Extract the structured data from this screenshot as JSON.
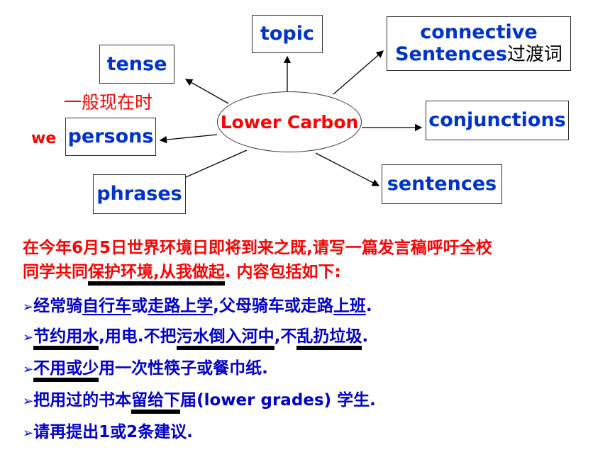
{
  "center": "Lower Carbon",
  "nodes": {
    "topic": "topic",
    "connective": "connective",
    "connective_line2": "Sentences",
    "connective_suffix": "过渡词",
    "tense": "tense",
    "conjunctions": "conjunctions",
    "persons": "persons",
    "sentences": "sentences",
    "phrases": "phrases"
  },
  "notes": {
    "tense_note": "一般现在时",
    "persons_note": "we"
  },
  "task": {
    "p1_a": "在今年",
    "p1_b": "6",
    "p1_c": "月",
    "p1_d": "5",
    "p1_e": "日世界环境日即将到来之既,请写一篇发言稿呼吁全校",
    "p2_a": "同学共同",
    "p2_b": "保护环境,从我做起",
    "p2_c": ". 内容包括如下:"
  },
  "bullets": {
    "marker": "➢",
    "b1_a": "经常骑",
    "b1_b": "自行车",
    "b1_c": "或",
    "b1_d": "走路上学",
    "b1_e": ",父母骑车或走路",
    "b1_f": "上班",
    "b1_g": ".",
    "b2_a": "节约用水",
    "b2_b": ",用电.不把",
    "b2_c": "污水倒入河中",
    "b2_d": ",不",
    "b2_e": "乱扔垃圾",
    "b2_f": ".",
    "b3_a": "不用或少",
    "b3_b": "用一次性筷子或餐巾纸.",
    "b4_a": "把用过的书本",
    "b4_b": "留给下",
    "b4_c": "届(lower grades) 学生.",
    "b5_a": "请再提出",
    "b5_b": "1",
    "b5_c": "或",
    "b5_d": "2",
    "b5_e": "条建议."
  }
}
